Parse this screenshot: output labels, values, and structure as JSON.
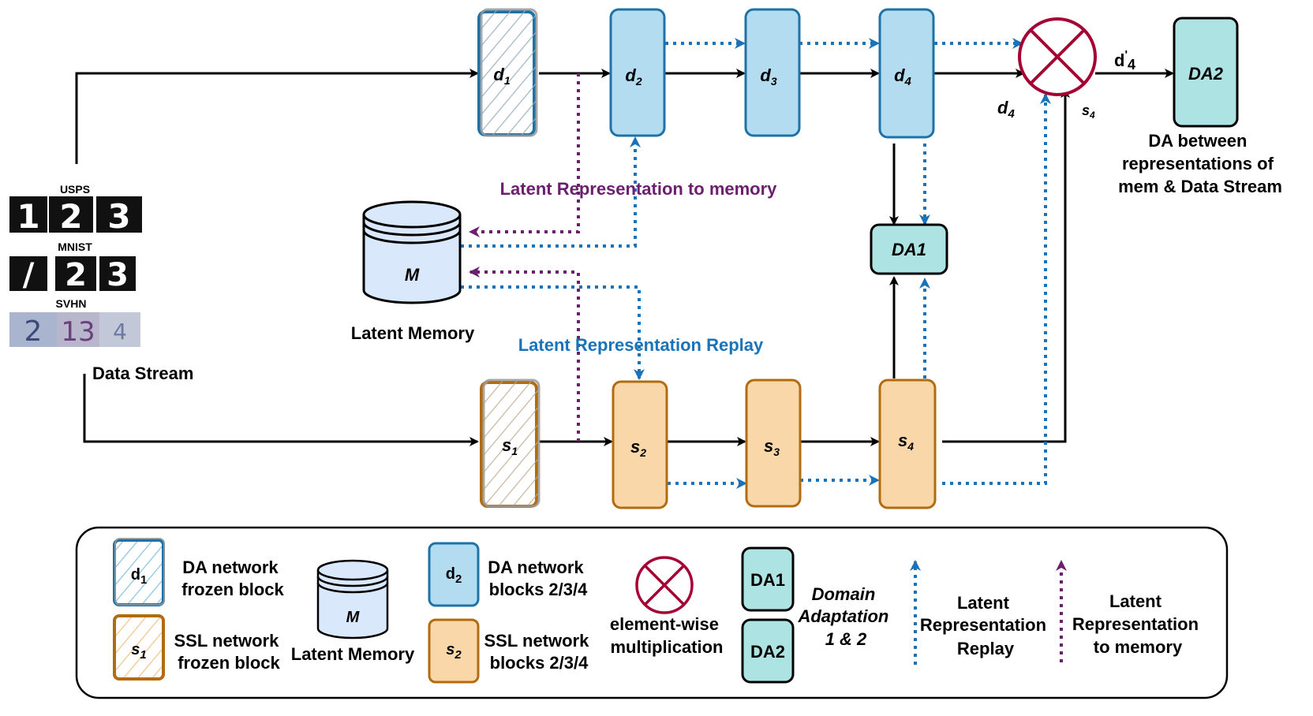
{
  "colors": {
    "da_fill": "#b3dcf0",
    "da_stroke": "#1d72a7",
    "ssl_fill": "#fad7a8",
    "ssl_stroke": "#b36b0f",
    "mem_fill": "#dae8fc",
    "da_block_fill": "#aee3e3",
    "mult_stroke": "#a50034",
    "replay_color": "#1a73b8",
    "memory_color": "#6b1f6e"
  },
  "blocks": {
    "d1": {
      "base": "d",
      "sub": "1"
    },
    "d2": {
      "base": "d",
      "sub": "2"
    },
    "d3": {
      "base": "d",
      "sub": "3"
    },
    "d4": {
      "base": "d",
      "sub": "4"
    },
    "s1": {
      "base": "s",
      "sub": "1"
    },
    "s2": {
      "base": "s",
      "sub": "2"
    },
    "s3": {
      "base": "s",
      "sub": "3"
    },
    "s4": {
      "base": "s",
      "sub": "4"
    },
    "da1": "DA1",
    "da2": "DA2",
    "memory": "M"
  },
  "labels": {
    "mult_d4": {
      "base": "d",
      "sub": "4"
    },
    "mult_s4": {
      "base": "s",
      "sub": "4"
    },
    "d4_prime": {
      "base": "d",
      "prime": "'",
      "sub": "4"
    },
    "latent_to_memory": "Latent Representation to memory",
    "latent_replay": "Latent Representation Replay",
    "latent_memory": "Latent Memory",
    "data_stream": "Data Stream",
    "da2_caption": [
      "DA between",
      "representations of",
      "mem & Data Stream"
    ]
  },
  "datasets": [
    {
      "name": "USPS",
      "digits": [
        "1",
        "2",
        "3"
      ]
    },
    {
      "name": "MNIST",
      "digits": [
        "/",
        "2",
        "3"
      ]
    },
    {
      "name": "SVHN",
      "digits": [
        "2",
        "13",
        "4"
      ]
    }
  ],
  "legend": {
    "da_frozen": {
      "icon": {
        "base": "d",
        "sub": "1"
      },
      "text": [
        "DA network",
        "frozen block"
      ]
    },
    "ssl_frozen": {
      "icon": {
        "base": "s",
        "sub": "1"
      },
      "text": [
        "SSL network",
        "frozen block"
      ]
    },
    "memory": {
      "icon": "M",
      "text": "Latent Memory"
    },
    "da_blocks": {
      "icon": {
        "base": "d",
        "sub": "2"
      },
      "text": [
        "DA network",
        "blocks 2/3/4"
      ]
    },
    "ssl_blocks": {
      "icon": {
        "base": "s",
        "sub": "2"
      },
      "text": [
        "SSL network",
        "blocks 2/3/4"
      ]
    },
    "mult": {
      "text": [
        "element-wise",
        "multiplication"
      ]
    },
    "da1": "DA1",
    "da2": "DA2",
    "domain_adaptation": [
      "Domain",
      "Adaptation",
      "1 & 2"
    ],
    "replay": [
      "Latent",
      "Representation",
      "Replay"
    ],
    "to_memory": [
      "Latent",
      "Representation",
      "to memory"
    ]
  }
}
